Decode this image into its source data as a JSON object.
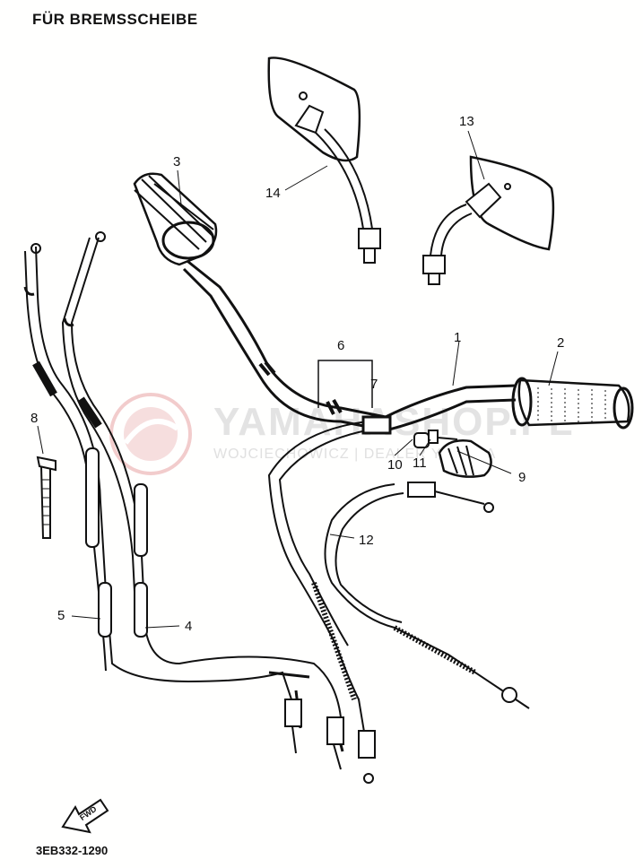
{
  "header": {
    "title": "FÜR BREMSSCHEIBE"
  },
  "footer": {
    "code": "3EB332-1290",
    "arrow_label": "FWD"
  },
  "watermark": {
    "brand": "YAMAHASHOP.PL",
    "dealer": "WOJCIECHOWICZ | DEALER YAMAHA",
    "logo_color": "#f0c8c8"
  },
  "parts": [
    "1",
    "2",
    "3",
    "4",
    "5",
    "6",
    "7",
    "8",
    "9",
    "10",
    "11",
    "12",
    "13",
    "14"
  ]
}
